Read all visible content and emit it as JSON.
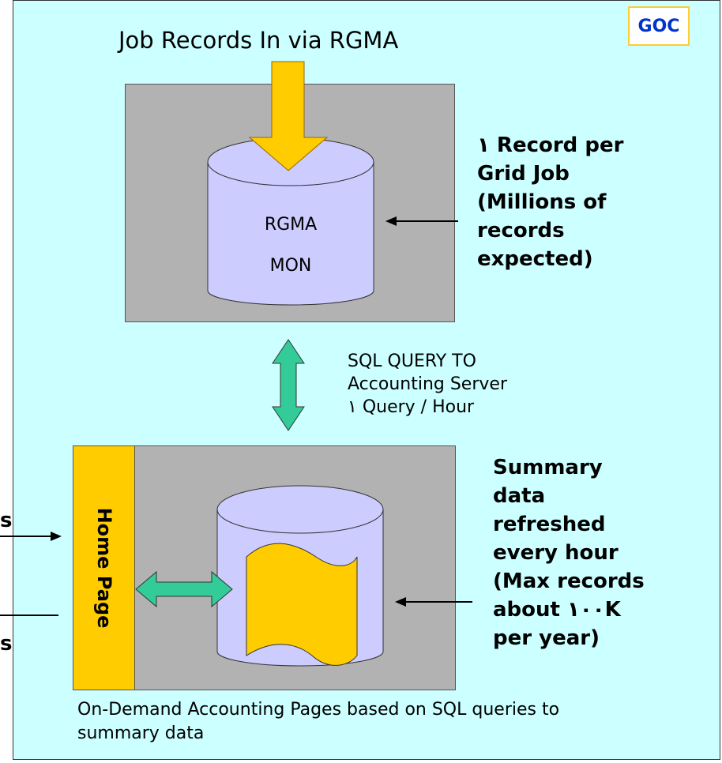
{
  "badge": "GOC",
  "title": "Job Records In via RGMA",
  "top_db": {
    "line1": "RGMA",
    "line2": "MON"
  },
  "top_note": "١ Record per\nGrid Job\n(Millions of\nrecords\nexpected)",
  "sql_note": "SQL QUERY TO\nAccounting Server\n١ Query / Hour",
  "home_page": "Home Page",
  "bottom_note": "Summary\ndata\nrefreshed\nevery hour\n(Max records\nabout ١٠٠K\nper year)",
  "footer": "On-Demand Accounting Pages based on SQL queries to summary data",
  "left_clip_1": "s",
  "left_clip_2": "s",
  "colors": {
    "panel": "#ccffff",
    "server_box": "#b2b2b2",
    "cylinder": "#ccccff",
    "arrow_yellow": "#ffcc00",
    "arrow_green": "#33cc99",
    "badge_text": "#0033cc",
    "badge_border": "#ffcc33"
  }
}
